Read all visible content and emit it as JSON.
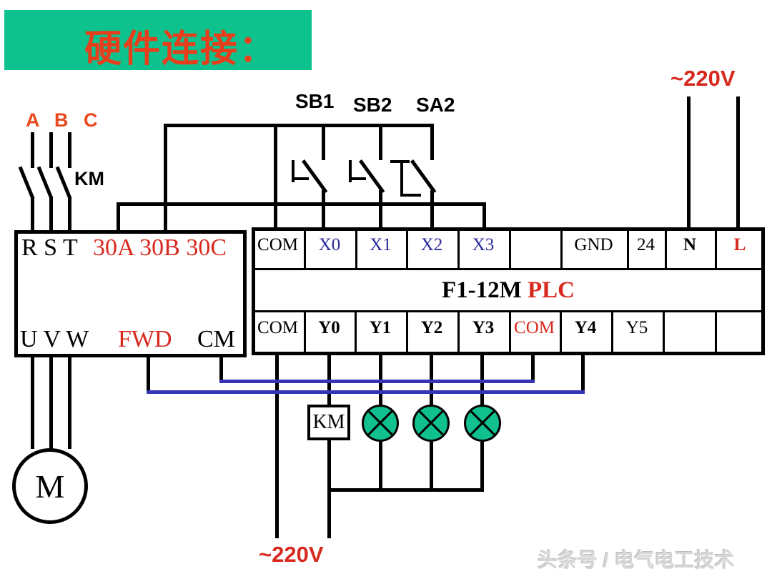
{
  "title": {
    "text": "硬件连接："
  },
  "colors": {
    "accent_green": "#0ec28e",
    "title_red": "#e73e1c",
    "diagram_red": "#d8291f",
    "input_navy": "#2b2b9c",
    "wire_blue": "#3434b4",
    "lamp_green": "#10c08e",
    "watermark_gray": "#d6d6d6"
  },
  "labels": {
    "phases": "A B C",
    "km_contactor": "KM",
    "sb1": "SB1",
    "sb2": "SB2",
    "sa2": "SA2",
    "v220_top": "~220V",
    "v220_bottom": "~220V",
    "watermark": "头条号 / 电气电工技术"
  },
  "drive": {
    "rst": "R S T",
    "fault_terminals": "30A 30B 30C",
    "uvw": "U V W",
    "fwd": "FWD",
    "cm": "CM"
  },
  "plc": {
    "model": "F1-12M",
    "type": "PLC",
    "top_row": [
      "COM",
      "X0",
      "X1",
      "X2",
      "X3",
      "",
      "GND",
      "24",
      "N",
      "L"
    ],
    "bottom_row": [
      "COM",
      "Y0",
      "Y1",
      "Y2",
      "Y3",
      "COM",
      "Y4",
      "Y5",
      "",
      ""
    ]
  },
  "km_coil": "KM",
  "motor": "M"
}
